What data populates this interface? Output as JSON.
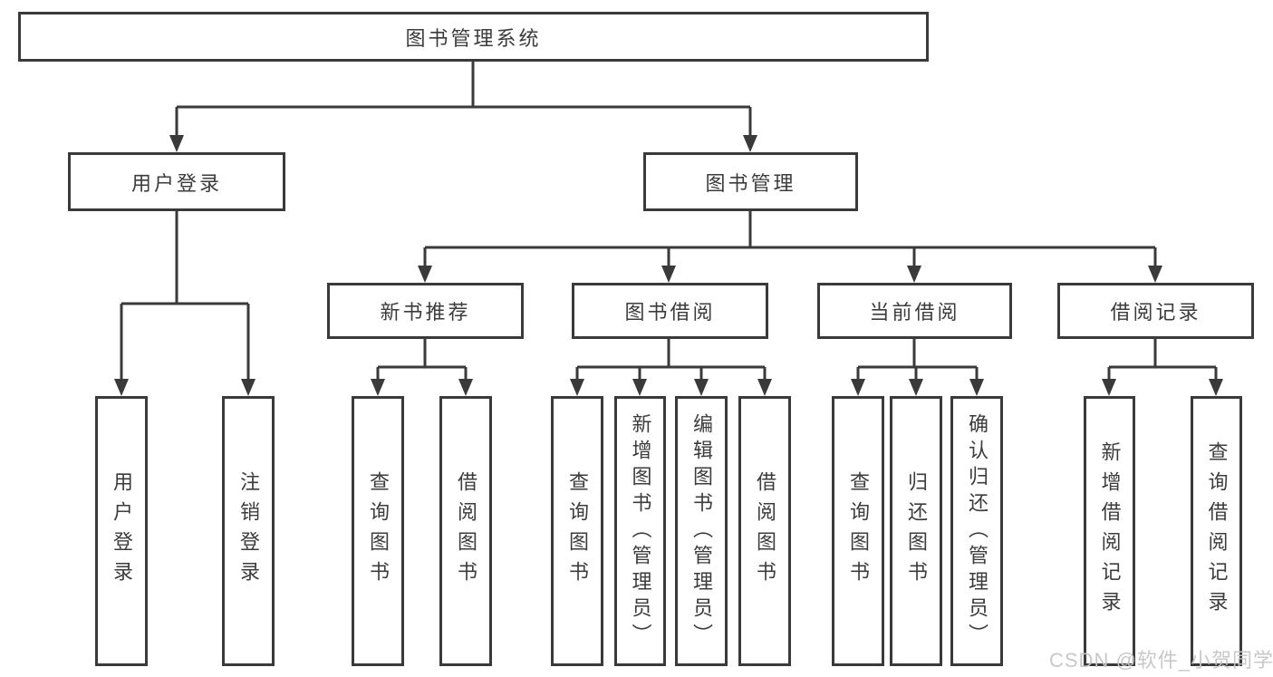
{
  "diagram": {
    "type": "hierarchy-tree",
    "root": {
      "label": "图书管理系统",
      "children": [
        {
          "label": "用户登录",
          "children": [
            {
              "label": "用户登录"
            },
            {
              "label": "注销登录"
            }
          ]
        },
        {
          "label": "图书管理",
          "children": [
            {
              "label": "新书推荐",
              "children": [
                {
                  "label": "查询图书"
                },
                {
                  "label": "借阅图书"
                }
              ]
            },
            {
              "label": "图书借阅",
              "children": [
                {
                  "label": "查询图书"
                },
                {
                  "label": "新增图书（管理员）"
                },
                {
                  "label": "编辑图书（管理员）"
                },
                {
                  "label": "借阅图书"
                }
              ]
            },
            {
              "label": "当前借阅",
              "children": [
                {
                  "label": "查询图书"
                },
                {
                  "label": "归还图书"
                },
                {
                  "label": "确认归还（管理员）"
                }
              ]
            },
            {
              "label": "借阅记录",
              "children": [
                {
                  "label": "新增借阅记录"
                },
                {
                  "label": "查询借阅记录"
                }
              ]
            }
          ]
        }
      ]
    }
  },
  "watermark": {
    "text": "CSDN @软件_小贺同学"
  },
  "colors": {
    "line": "#3a3a3a",
    "text": "#3c3c3c",
    "background": "#ffffff",
    "watermark": "#c5c5c5"
  }
}
